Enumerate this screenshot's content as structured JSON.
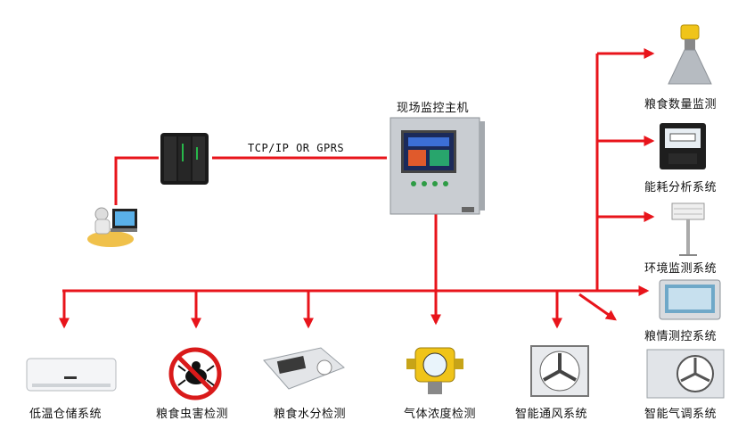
{
  "link_label": "TCP/IP OR GPRS",
  "host_label": "现场监控主机",
  "colors": {
    "wire": "#e8141b",
    "panel": "#c9cdd2",
    "screen": "#1b2a5a"
  },
  "right_devices": [
    {
      "label": "粮食数量监测",
      "icon": "radar-level-sensor-icon"
    },
    {
      "label": "能耗分析系统",
      "icon": "energy-meter-icon"
    },
    {
      "label": "环境监测系统",
      "icon": "weather-station-icon"
    },
    {
      "label": "粮情测控系统",
      "icon": "touch-panel-icon"
    },
    {
      "label": "智能气调系统",
      "icon": "gas-conditioner-icon"
    }
  ],
  "bottom_devices": [
    {
      "label": "低温仓储系统",
      "icon": "air-conditioner-icon"
    },
    {
      "label": "粮食虫害检测",
      "icon": "no-bug-icon"
    },
    {
      "label": "粮食水分检测",
      "icon": "moisture-meter-icon"
    },
    {
      "label": "气体浓度检测",
      "icon": "gas-detector-icon"
    },
    {
      "label": "智能通风系统",
      "icon": "ventilation-fan-icon"
    }
  ]
}
